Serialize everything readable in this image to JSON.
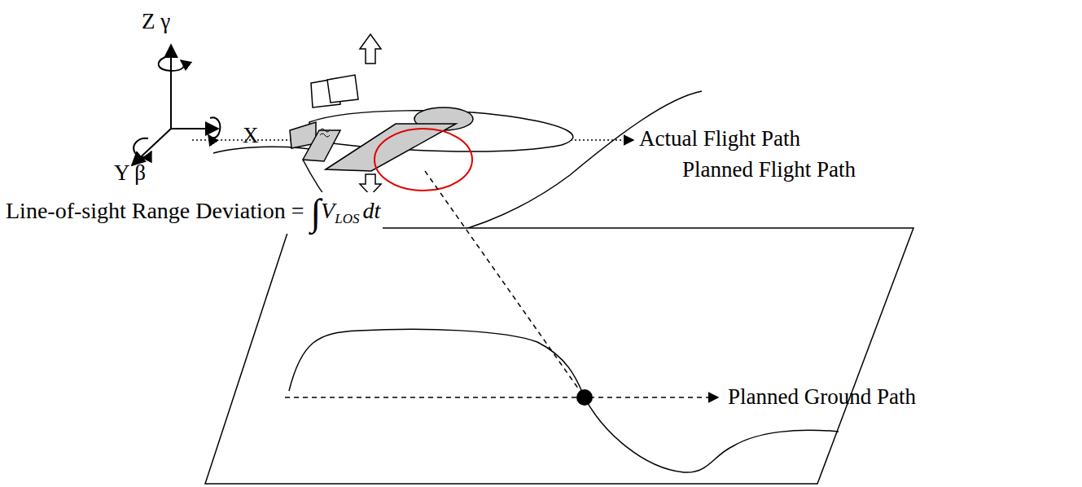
{
  "diagram": {
    "labels": [
      "Z γ",
      "Y β",
      "X",
      "Actual Flight Path",
      "Planned Flight Path",
      "Line-of-sight Range Deviation =",
      "∫",
      "V",
      "LOS",
      "dt",
      "Planned Ground Path"
    ]
  }
}
